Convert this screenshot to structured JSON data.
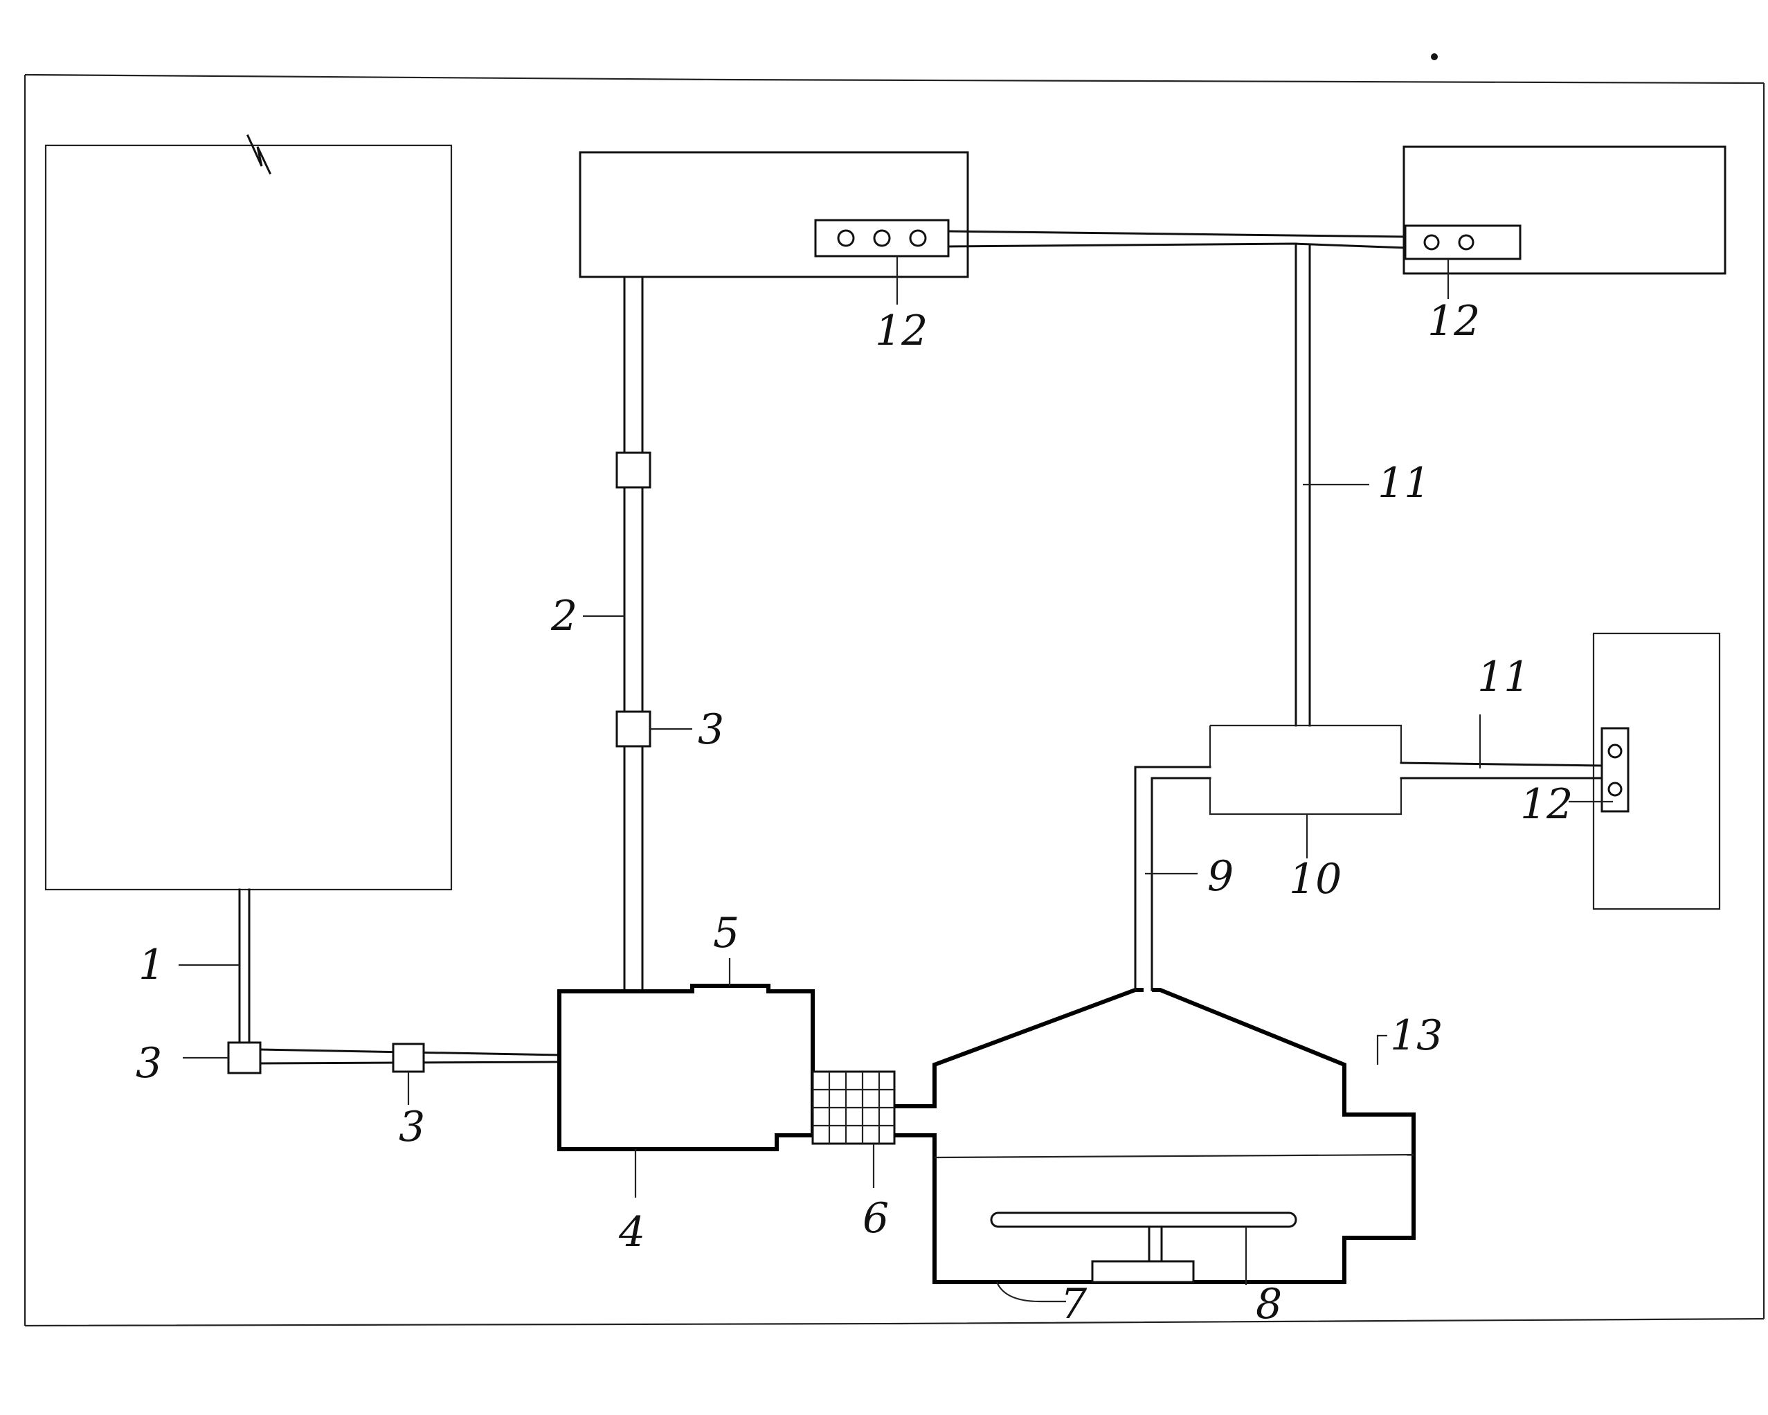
{
  "labels": {
    "l1": "1",
    "l2": "2",
    "l3a": "3",
    "l3b": "3",
    "l3c": "3",
    "l4": "4",
    "l5": "5",
    "l6": "6",
    "l7": "7",
    "l8": "8",
    "l9": "9",
    "l10": "10",
    "l11a": "11",
    "l11b": "11",
    "l12a": "12",
    "l12b": "12",
    "l12c": "12",
    "l13": "13"
  },
  "colors": {
    "line": "#111111",
    "background": "#ffffff"
  }
}
